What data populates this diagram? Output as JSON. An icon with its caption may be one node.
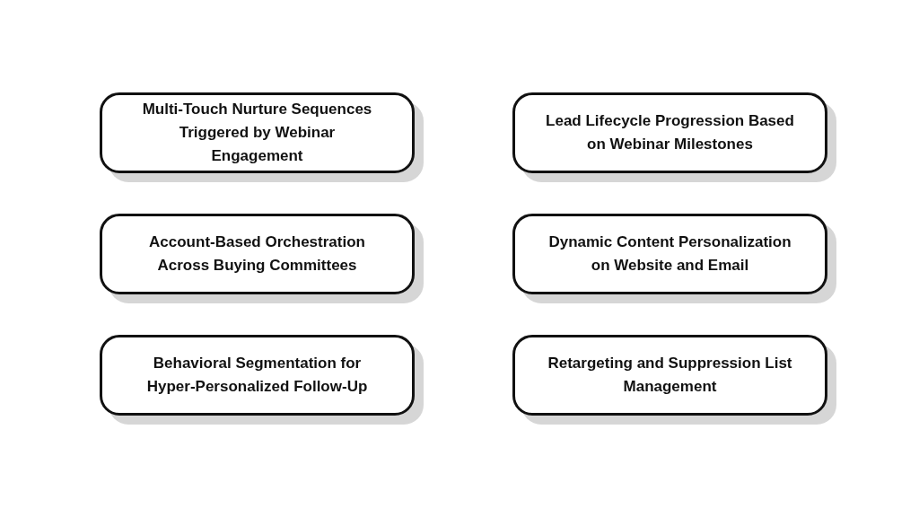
{
  "diagram": {
    "nodes": [
      {
        "text": [
          "Multi-Touch Nurture Sequences Triggered by Webinar Engagement"
        ]
      },
      {
        "text": [
          "Lead Lifecycle Progression Based on Webinar Milestones"
        ]
      },
      {
        "text": [
          "Account-Based Orchestration Across Buying Committees"
        ]
      },
      {
        "text": [
          "Dynamic Content Personalization on Website and Email"
        ]
      },
      {
        "text": [
          "Behavioral Segmentation for Hyper-Personalized Follow-Up"
        ]
      },
      {
        "text": [
          "Retargeting and Suppression List Management"
        ]
      }
    ]
  }
}
